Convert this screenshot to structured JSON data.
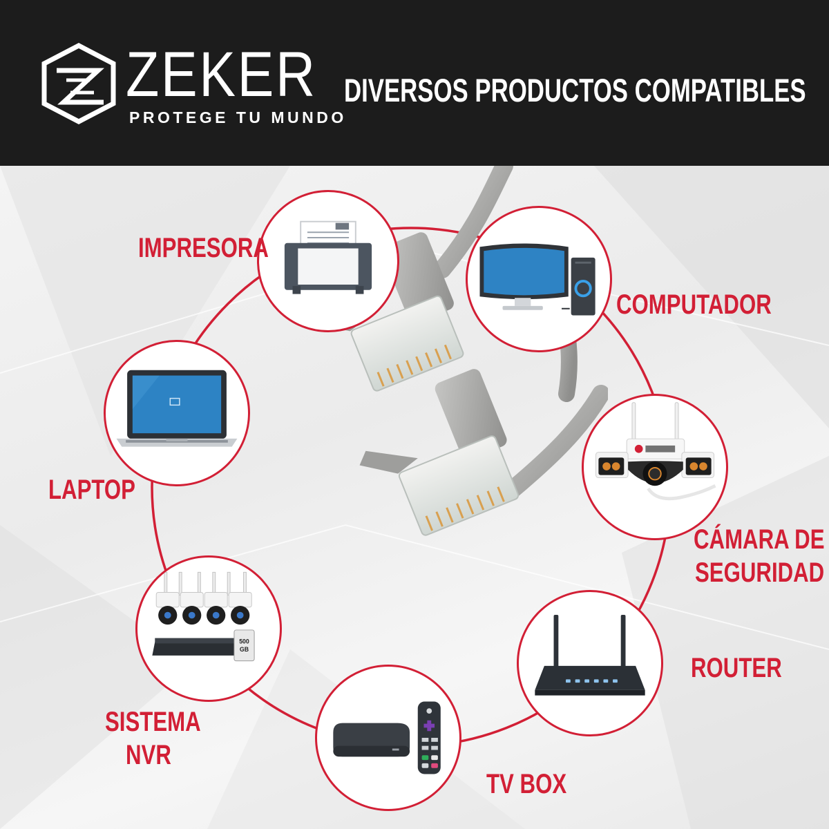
{
  "header": {
    "brand_name": "ZEKER",
    "tagline": "PROTEGE TU MUNDO",
    "headline": "DIVERSOS PRODUCTOS COMPATIBLES"
  },
  "devices": {
    "printer": {
      "label": "IMPRESORA"
    },
    "computer": {
      "label": "COMPUTADOR"
    },
    "laptop": {
      "label": "LAPTOP"
    },
    "camera": {
      "label_line1": "CÁMARA DE",
      "label_line2": "SEGURIDAD"
    },
    "nvr": {
      "label_line1": "SISTEMA",
      "label_line2": "NVR",
      "disk_capacity_line1": "500",
      "disk_capacity_line2": "GB"
    },
    "router": {
      "label": "ROUTER"
    },
    "tvbox": {
      "label": "TV BOX"
    }
  },
  "colors": {
    "accent": "#d21f35",
    "header_bg": "#1c1c1c",
    "header_text": "#ffffff",
    "cable_gray": "#a8a8a6"
  }
}
